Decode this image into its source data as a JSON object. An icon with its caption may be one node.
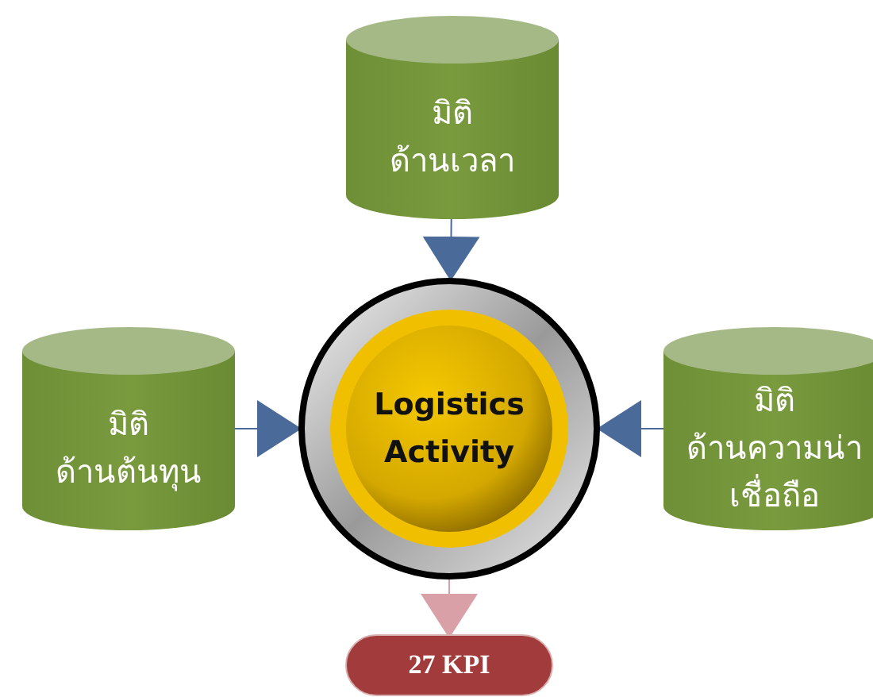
{
  "diagram": {
    "nodes": [
      {
        "text": [
          "มิติ",
          "ด้านเวลา"
        ]
      },
      {
        "text": [
          "มิติ",
          "ด้านต้นทุน"
        ]
      },
      {
        "text": [
          "Logistics Activity"
        ]
      },
      {
        "text": [
          "มิติ",
          "ด้านความน่าเชื่อถือ"
        ]
      },
      {
        "text": [
          "27 KPI"
        ]
      }
    ],
    "edges": [
      {
        "from": 0,
        "to": 2,
        "arrow": "to"
      },
      {
        "from": 1,
        "to": 2,
        "arrow": "to"
      },
      {
        "from": 3,
        "to": 2,
        "arrow": "to"
      },
      {
        "from": 2,
        "to": 4,
        "arrow": "to",
        "color": "#d9a0a8"
      }
    ]
  }
}
